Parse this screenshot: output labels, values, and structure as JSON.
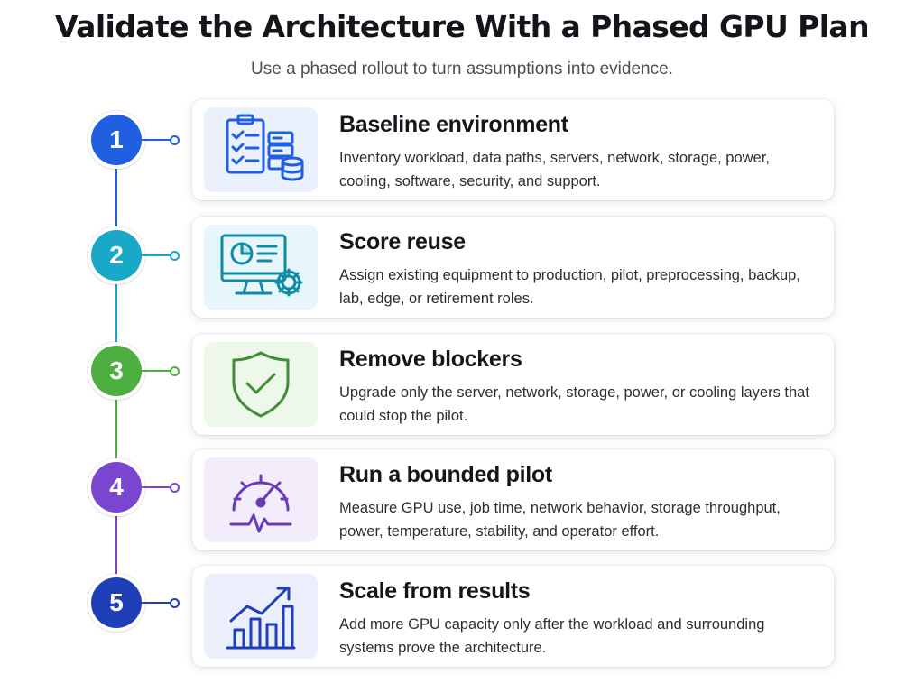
{
  "header": {
    "title": "Validate the Architecture With a Phased GPU Plan",
    "subtitle": "Use a phased rollout to turn assumptions into evidence."
  },
  "steps": [
    {
      "number": "1",
      "title": "Baseline environment",
      "description": "Inventory workload, data paths, servers, network, storage, power, cooling, software, security, and support.",
      "icon": "checklist-server-icon",
      "color": "#1f5fe0",
      "tint": "#eaf1fd"
    },
    {
      "number": "2",
      "title": "Score reuse",
      "description": "Assign existing equipment to production, pilot, preprocessing, backup, lab, edge, or retirement roles.",
      "icon": "monitor-gear-icon",
      "color": "#1aa8c8",
      "tint": "#e6f6fa"
    },
    {
      "number": "3",
      "title": "Remove blockers",
      "description": "Upgrade only the server, network, storage, power, or cooling layers that could stop the pilot.",
      "icon": "shield-check-icon",
      "color": "#4caf3f",
      "tint": "#edf7ea"
    },
    {
      "number": "4",
      "title": "Run a bounded pilot",
      "description": "Measure GPU use, job time, network behavior, storage throughput, power, temperature, stability, and operator effort.",
      "icon": "gauge-pulse-icon",
      "color": "#7b46cf",
      "tint": "#f3ecfb"
    },
    {
      "number": "5",
      "title": "Scale from results",
      "description": "Add more GPU capacity only after the workload and surrounding systems prove the architecture.",
      "icon": "growth-chart-icon",
      "color": "#1f3fb8",
      "tint": "#ebeffb"
    }
  ]
}
